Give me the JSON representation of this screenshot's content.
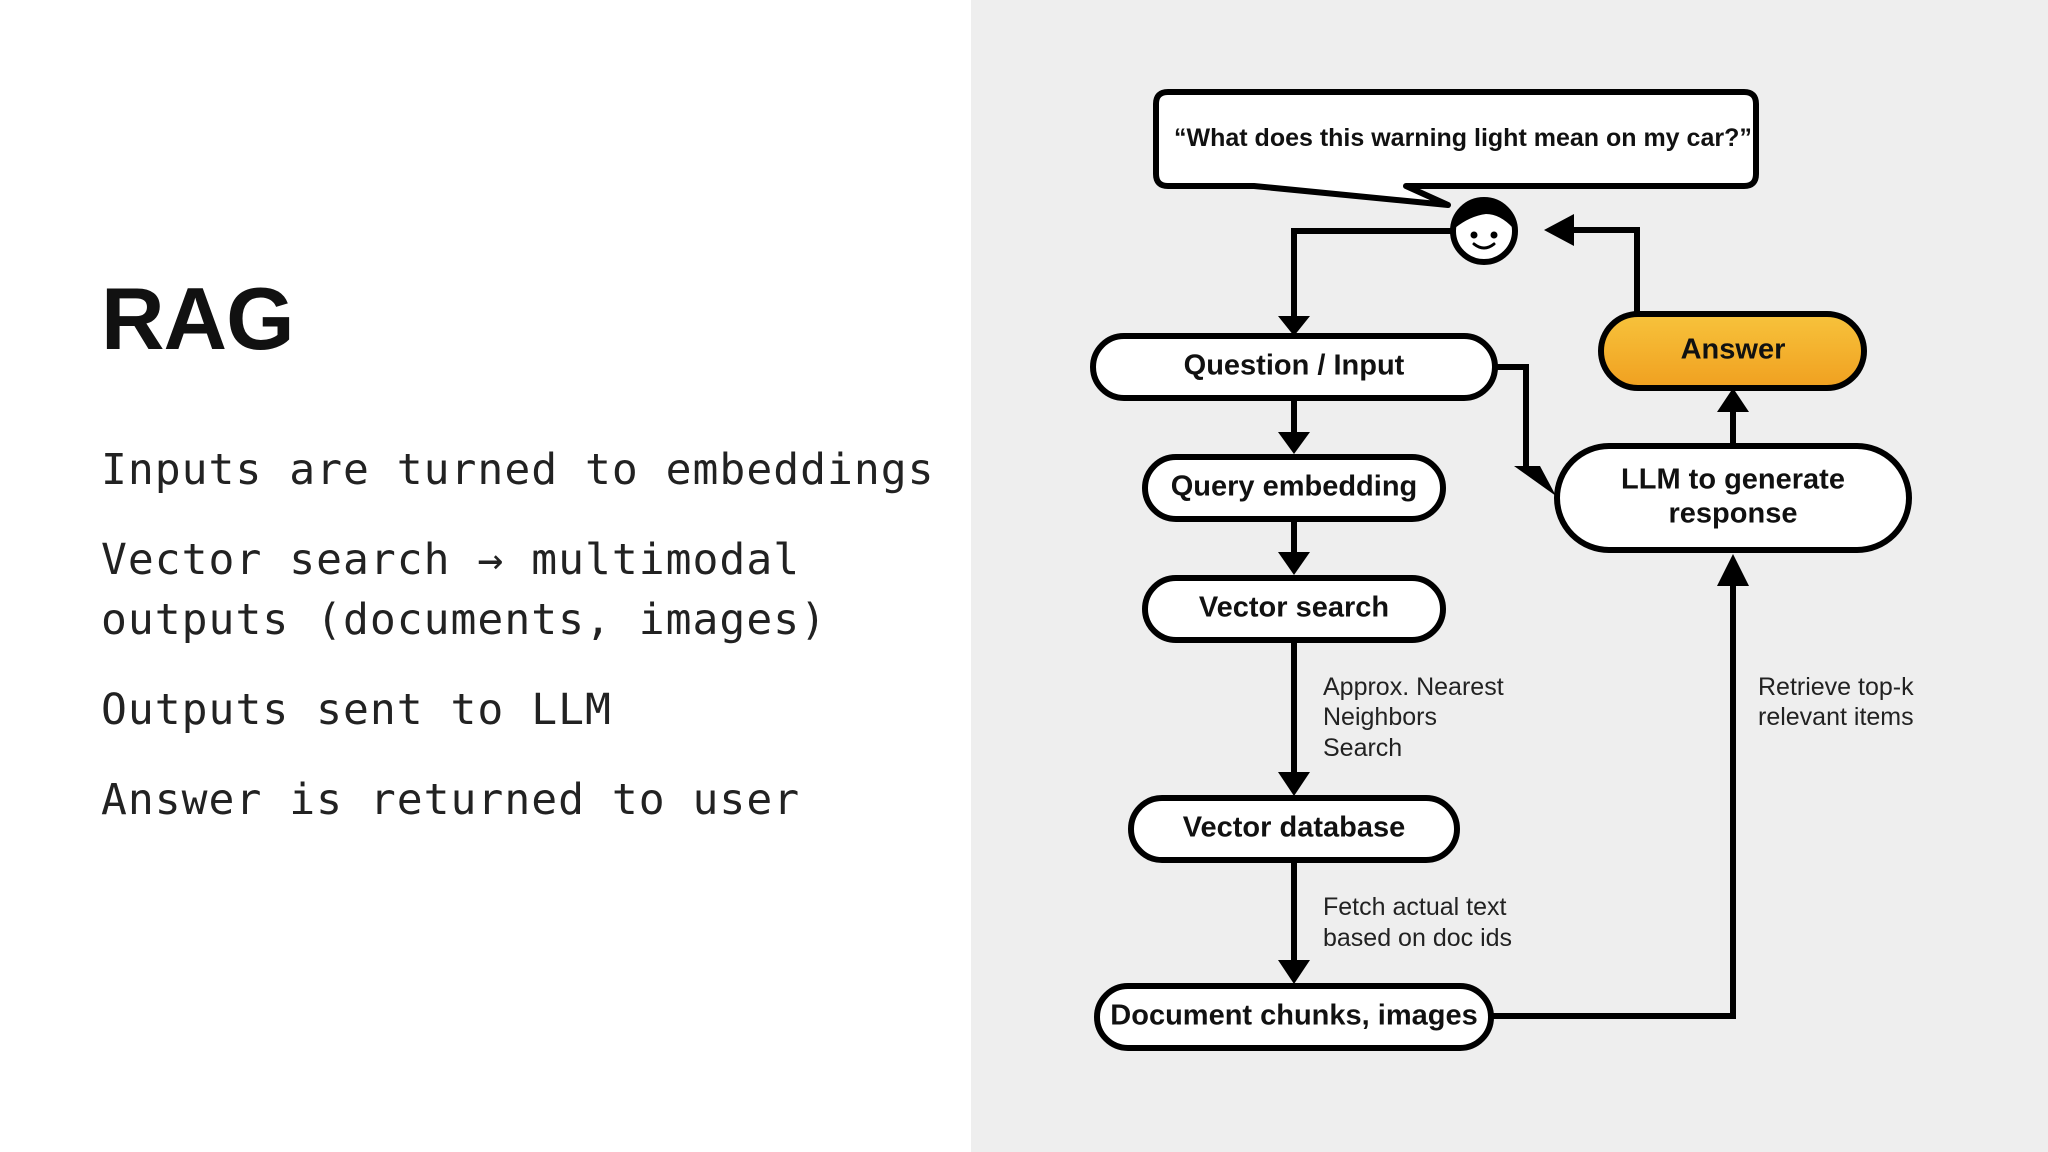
{
  "slide": {
    "title": "RAG",
    "bullets": [
      "Inputs are turned to embeddings",
      "Vector search → multimodal",
      "outputs (documents, images)",
      "Outputs sent to LLM",
      "Answer is returned to user"
    ]
  },
  "diagram": {
    "user_query": "“What does this warning light mean on my car?”",
    "nodes": {
      "question_input": "Question / Input",
      "query_embedding": "Query embedding",
      "vector_search": "Vector search",
      "vector_database": "Vector database",
      "document_chunks": "Document chunks, images",
      "llm_line1": "LLM to generate",
      "llm_line2": "response",
      "answer": "Answer"
    },
    "edge_labels": {
      "ann_line1": "Approx. Nearest",
      "ann_line2": "Neighbors",
      "ann_line3": "Search",
      "fetch_line1": "Fetch actual text",
      "fetch_line2": "based on doc ids",
      "retrieve_line1": "Retrieve top-k",
      "retrieve_line2": "relevant items"
    },
    "colors": {
      "answer_top": "#f7c33c",
      "answer_bottom": "#f0a020",
      "panel_bg": "#eeeeee"
    }
  }
}
